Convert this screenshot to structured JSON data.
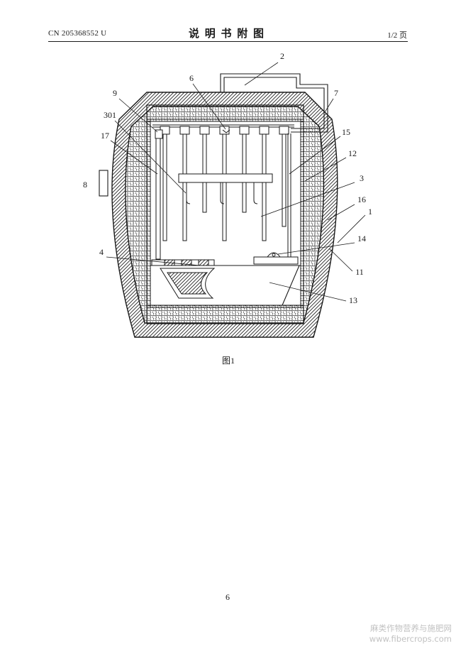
{
  "header": {
    "doc_number": "CN 205368552 U",
    "title": "说 明 书 附 图",
    "page_of": "1/2 页"
  },
  "figure": {
    "caption": "图1",
    "labels": {
      "n2": "2",
      "n6": "6",
      "n9": "9",
      "n7": "7",
      "n301": "301",
      "n17": "17",
      "n15": "15",
      "n12": "12",
      "n3": "3",
      "n8": "8",
      "n16": "16",
      "n1": "1",
      "n14": "14",
      "n4": "4",
      "n11": "11",
      "n13": "13"
    }
  },
  "footer": {
    "page_number": "6"
  },
  "watermark": {
    "site_name": "麻类作物营养与施肥网",
    "url": "www.fibercrops.com"
  }
}
